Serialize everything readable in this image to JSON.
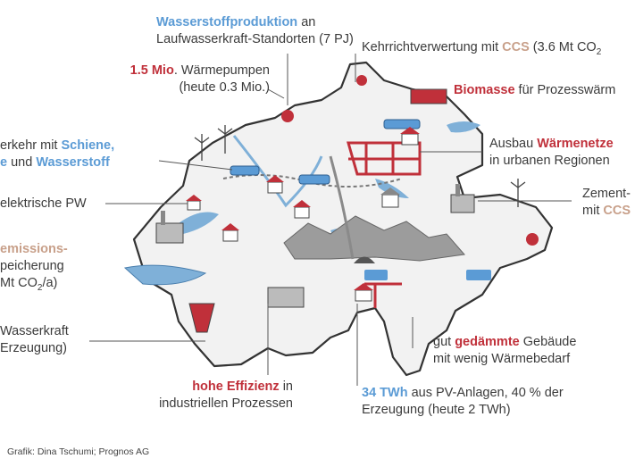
{
  "labels": {
    "hydrogen": {
      "h": "Wasserstoffproduktion",
      "t1": " an",
      "l2": "Laufwasserkraft-Standorten (7 PJ)"
    },
    "heat_pumps": {
      "h": "1.5 Mio",
      "t1": ". Wärmepumpen",
      "l2": "(heute 0.3 Mio.)"
    },
    "waste": {
      "t1": "Kehrrichtverwertung mit ",
      "h": "CCS",
      "t2": " (3.6 Mt CO",
      "sub": "2"
    },
    "biomass": {
      "h": "Biomasse",
      "t1": " für Prozesswärm"
    },
    "district_heat": {
      "t1": "Ausbau ",
      "h": "Wärmenetze",
      "l2": "in urbanen Regionen"
    },
    "cement": {
      "l1": "Zement-",
      "t1": "mit ",
      "h": "CCS"
    },
    "transport": {
      "t1": "erkehr mit ",
      "h1": "Schiene,",
      "h2": "e",
      "t2": " und ",
      "h3": "Wasserstoff"
    },
    "ev": {
      "t1": "elektrische PW"
    },
    "negative": {
      "h": "emissions-",
      "l2": "peicherung",
      "l3a": "Mt CO",
      "sub": "2",
      "l3b": "/a)"
    },
    "hydro": {
      "l1": "Wasserkraft",
      "l2": "Erzeugung)"
    },
    "efficiency": {
      "h": "hohe Effizienz",
      "t1": " in",
      "l2": "industriellen Prozessen"
    },
    "buildings": {
      "t1": "gut ",
      "h": "gedämmte",
      "t2": " Gebäude",
      "l2": "mit wenig Wärmebedarf"
    },
    "pv": {
      "h": "34 TWh",
      "t1": " aus PV-Anlagen, 40 % der",
      "l2": "Erzeugung (heute 2 TWh)"
    }
  },
  "credit": "Grafik: Dina Tschumi; Prognos AG",
  "colors": {
    "blue": "#5b9bd5",
    "red": "#c0303a",
    "tan": "#c8a08a",
    "land": "#f2f2f2",
    "outline": "#333333",
    "lake": "#7fb0d8",
    "mountain": "#9c9c9c"
  }
}
